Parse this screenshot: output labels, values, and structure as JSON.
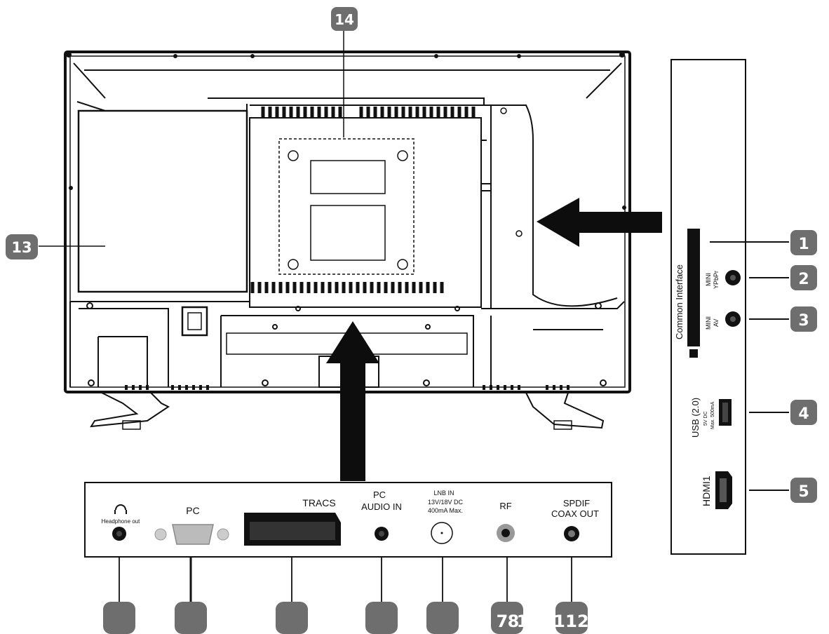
{
  "badges": {
    "n1": "1",
    "n2": "2",
    "n3": "3",
    "n4": "4",
    "n5": "5",
    "n13": "13",
    "n14": "14",
    "b_7": "7",
    "b_8": "8",
    "b_1": "1",
    "b_11": "11",
    "b_12": "12"
  },
  "side_panel": {
    "common_interface": "Common Interface",
    "mini_ypbpr_a": "MINI",
    "mini_ypbpr_b": "YPbPr",
    "mini_av_a": "MINI",
    "mini_av_b": "AV",
    "usb": "USB (2.0)",
    "usb_power": "5V DC",
    "usb_max": "Max. 500mA",
    "hdmi": "HDMI1"
  },
  "bottom_panel": {
    "headphone": "Headphone out",
    "pc": "PC",
    "tracs": "TRACS",
    "pc_audio_a": "PC",
    "pc_audio_b": "AUDIO IN",
    "lnb_a": "LNB IN",
    "lnb_b": "13V/18V DC",
    "lnb_c": "400mA Max.",
    "rf": "RF",
    "spdif_a": "SPDIF",
    "spdif_b": "COAX OUT"
  },
  "colors": {
    "badge": "#6e6e6e",
    "line": "#111111",
    "arrow": "#0d0d0d"
  }
}
